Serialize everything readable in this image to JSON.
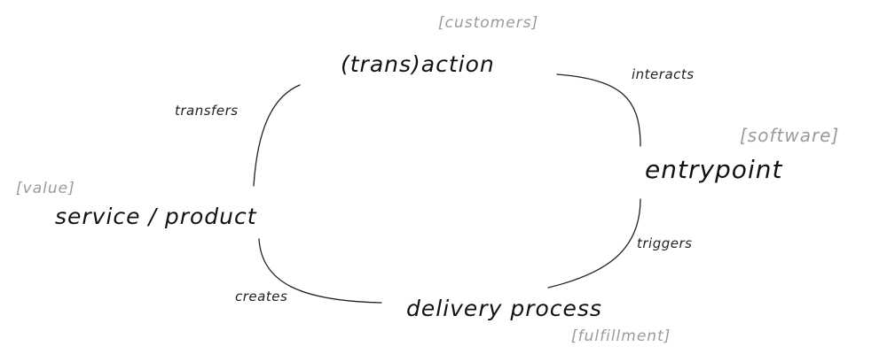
{
  "diagram": {
    "nodes": {
      "transaction": {
        "label": "(trans)action",
        "tag": "[customers]"
      },
      "entrypoint": {
        "label": "entrypoint",
        "tag": "[software]"
      },
      "delivery": {
        "label": "delivery process",
        "tag": "[fulfillment]"
      },
      "service": {
        "label": "service / product",
        "tag": "[value]"
      }
    },
    "edges": {
      "interacts": "interacts",
      "triggers": "triggers",
      "creates": "creates",
      "transfers": "transfers"
    },
    "colors": {
      "ink": "#111111",
      "tag": "#9a9a9a",
      "background": "#ffffff"
    }
  }
}
